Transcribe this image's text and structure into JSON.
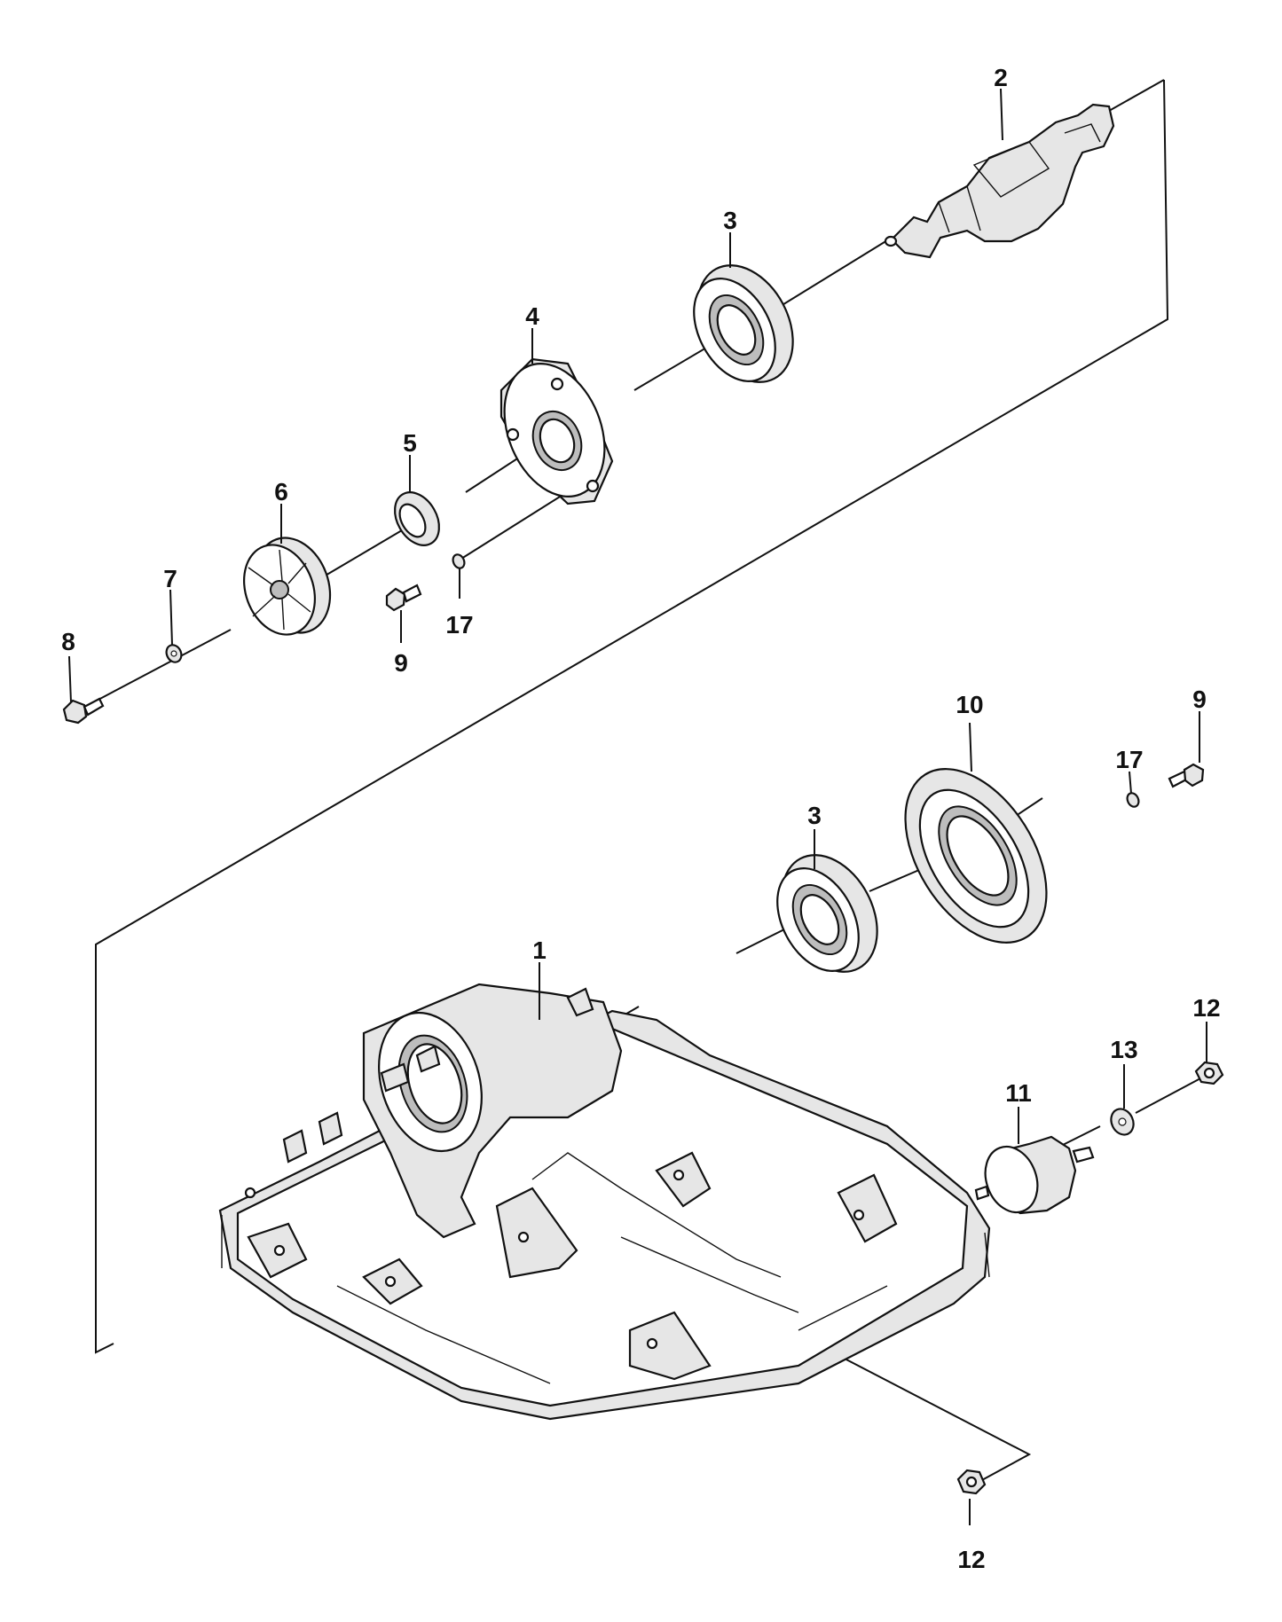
{
  "labels": {
    "p1": "1",
    "p2": "2",
    "p3_top": "3",
    "p3_bottom": "3",
    "p4": "4",
    "p5": "5",
    "p6": "6",
    "p7": "7",
    "p8": "8",
    "p9_top": "9",
    "p9_right": "9",
    "p10": "10",
    "p11": "11",
    "p12_right": "12",
    "p12_bottom": "12",
    "p13": "13",
    "p17_top": "17",
    "p17_right": "17"
  }
}
